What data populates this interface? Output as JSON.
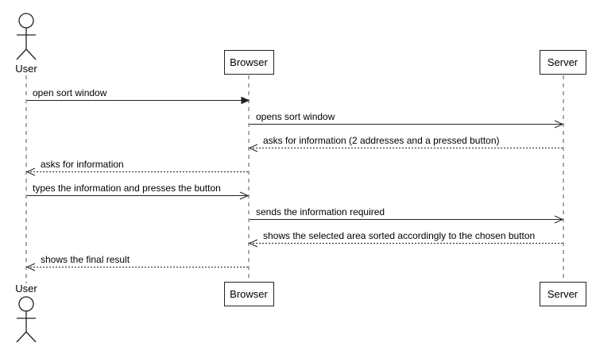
{
  "participants": {
    "user": "User",
    "browser": "Browser",
    "server": "Server"
  },
  "messages": [
    {
      "from": "user",
      "to": "browser",
      "style": "solid",
      "head": "filled",
      "label": "open sort window"
    },
    {
      "from": "browser",
      "to": "server",
      "style": "solid",
      "head": "open",
      "label": "opens sort window"
    },
    {
      "from": "server",
      "to": "browser",
      "style": "dashed",
      "head": "open",
      "label": "asks for information (2 addresses and a pressed button)"
    },
    {
      "from": "browser",
      "to": "user",
      "style": "dashed",
      "head": "open",
      "label": "asks for information"
    },
    {
      "from": "user",
      "to": "browser",
      "style": "solid",
      "head": "open",
      "label": "types the information and presses the button"
    },
    {
      "from": "browser",
      "to": "server",
      "style": "solid",
      "head": "open",
      "label": "sends the information required"
    },
    {
      "from": "server",
      "to": "browser",
      "style": "dashed",
      "head": "open",
      "label": "shows the selected area sorted accordingly to the chosen button"
    },
    {
      "from": "browser",
      "to": "user",
      "style": "dashed",
      "head": "open",
      "label": "shows the final result"
    }
  ]
}
